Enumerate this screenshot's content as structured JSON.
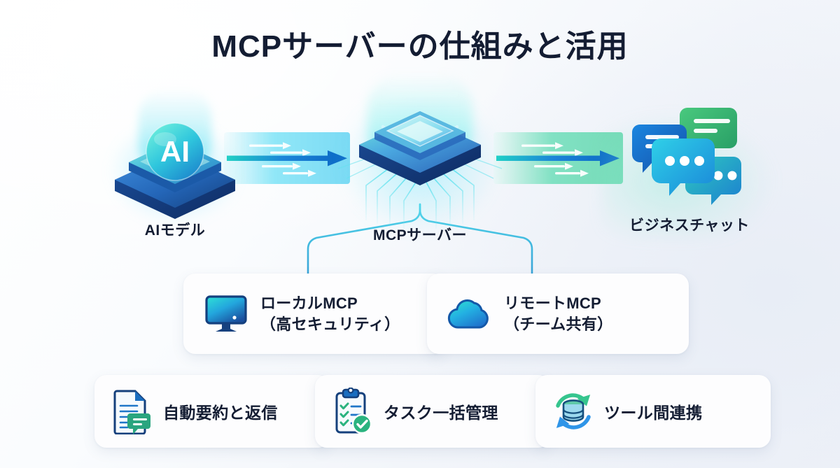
{
  "page": {
    "title": "MCPサーバーの仕組みと活用",
    "background_colors": {
      "top_left": "#ffffff",
      "bottom_right": "#eef1f8"
    },
    "text_color": "#141d33"
  },
  "flow": {
    "nodes": [
      {
        "id": "ai-model",
        "label": "AIモデル",
        "icon": "ai-cube-icon",
        "badge_text": "AI",
        "colors": {
          "top": "#3fe0d0",
          "mid": "#2a8fd8",
          "base": "#123a78"
        }
      },
      {
        "id": "mcp-server",
        "label": "MCPサーバー",
        "icon": "cpu-chip-icon",
        "colors": {
          "top": "#7fe8e2",
          "mid": "#3d7fd6",
          "base": "#14336e"
        }
      },
      {
        "id": "business-chat",
        "label": "ビジネスチャット",
        "icon": "chat-bubbles-icon",
        "colors": {
          "blue": "#1565c0",
          "green": "#31b06a",
          "cyan": "#19b6e0",
          "teal": "#18a0b5"
        }
      }
    ],
    "connectors": [
      {
        "id": "ai-to-mcp",
        "style": "arrow-band",
        "color": "#6cd6f3",
        "direction": "right"
      },
      {
        "id": "mcp-to-chat",
        "style": "arrow-band",
        "color": "#60d7ac",
        "direction": "right"
      }
    ],
    "branches": [
      {
        "id": "mcp-to-local",
        "color": "#2f9fd6"
      },
      {
        "id": "mcp-to-remote",
        "color": "#2f9fd6"
      }
    ]
  },
  "mcp_types": [
    {
      "id": "local-mcp",
      "icon": "monitor-icon",
      "line1": "ローカルMCP",
      "line2": "（高セキュリティ）",
      "icon_color": "#1ec8e0"
    },
    {
      "id": "remote-mcp",
      "icon": "cloud-icon",
      "line1": "リモートMCP",
      "line2": "（チーム共有）",
      "icon_color": "#1fb6e6"
    }
  ],
  "features": [
    {
      "id": "auto-summary",
      "icon": "document-chat-icon",
      "label": "自動要約と返信",
      "accent": "#2aa57f"
    },
    {
      "id": "task-management",
      "icon": "clipboard-check-icon",
      "label": "タスク一括管理",
      "accent": "#2ab37f"
    },
    {
      "id": "tool-integration",
      "icon": "database-sync-icon",
      "label": "ツール間連携",
      "accent": "#36c58e"
    }
  ]
}
